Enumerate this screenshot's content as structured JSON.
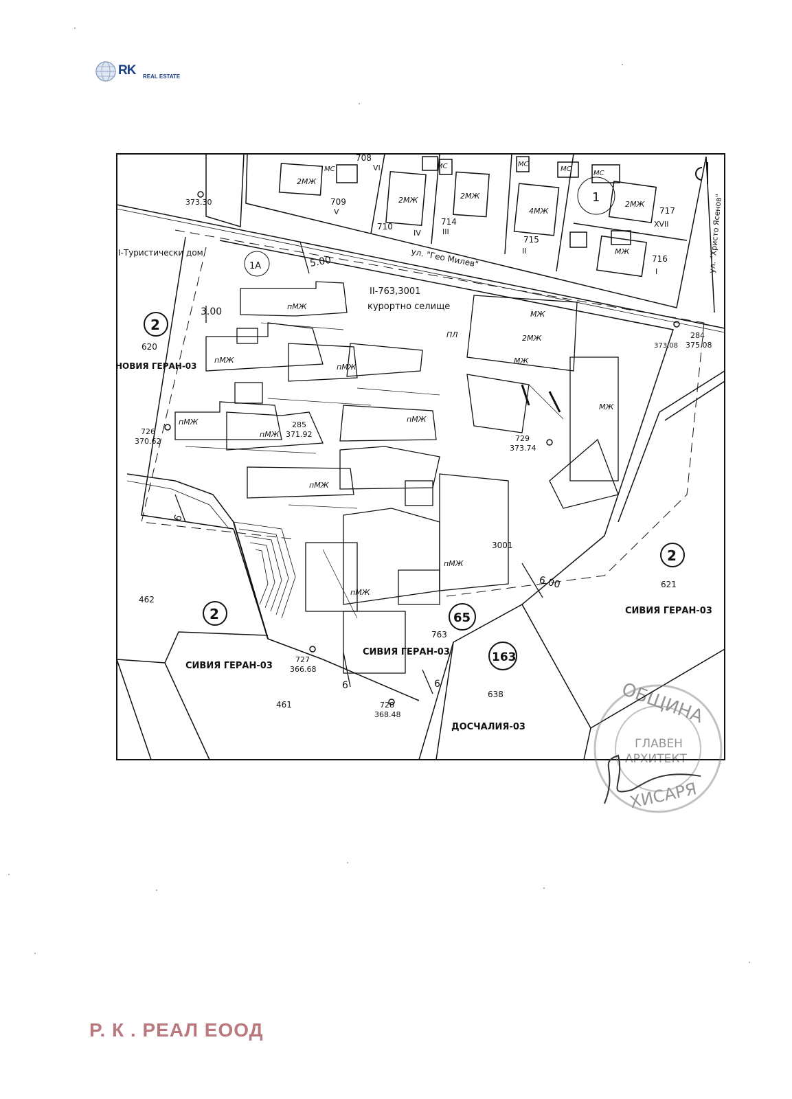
{
  "logo": {
    "brand": "RK",
    "subtitle": "REAL ESTATE"
  },
  "map": {
    "streets": {
      "geo_milev": "ул. \"Гео Милев\"",
      "hristo_yasenov": "ул. \"Христо Ясенов\""
    },
    "zones": {
      "tourist_home": "I-Туристически дом",
      "resort_id": "II-763,3001",
      "resort_name": "курортно селище"
    },
    "place_names": {
      "noviya_geran": "НОВИЯ ГЕРАН-03",
      "siviya_geran_right": "СИВИЯ ГЕРАН-03",
      "siviya_geran_left": "СИВИЯ ГЕРАН-03",
      "siviya_geran_center": "СИВИЯ ГЕРАН-03",
      "doschaliya": "ДОСЧАЛИЯ-03"
    },
    "circled_labels": {
      "c1": "1",
      "c1a": "1А",
      "c2_left": "2",
      "c2_right": "2",
      "c2_bottom": "2",
      "c65": "65",
      "c163": "163"
    },
    "plot_numbers": {
      "p620": "620",
      "p462": "462",
      "p461": "461",
      "p621": "621",
      "p638": "638",
      "p3001": "3001",
      "p763": "763",
      "p708": "708",
      "p709": "709",
      "p710": "710",
      "p714": "714",
      "p715": "715",
      "p716": "716",
      "p717": "717"
    },
    "roman": {
      "r_vi": "VI",
      "r_v": "V",
      "r_iv": "IV",
      "r_iii": "III",
      "r_ii": "II",
      "r_i": "I",
      "r_xvii": "XVII"
    },
    "elevations": {
      "e_373_30": "373.30",
      "e_726_num": "726",
      "e_726_val": "370.62",
      "e_285_num": "285",
      "e_285_val": "371.92",
      "e_729_num": "729",
      "e_729_val": "373.74",
      "e_727_num": "727",
      "e_727_val": "366.68",
      "e_728_num": "728",
      "e_728_val": "368.48",
      "e_284_num": "284",
      "e_284_val": "375.08",
      "e_373_08": "373.08"
    },
    "dimensions": {
      "d_500": "5.00",
      "d_300": "3.00",
      "d_600_right": "6.00",
      "d_600_left": "6",
      "d_600_bottom": "6",
      "d_600_mid": "6"
    },
    "building_labels": {
      "b_2mzh_a": "2МЖ",
      "b_2mzh_b": "2МЖ",
      "b_2mzh_c": "2МЖ",
      "b_2mzh_d": "2МЖ",
      "b_2mzh_e": "2МЖ",
      "b_4mzh": "4МЖ",
      "b_mzh_a": "МЖ",
      "b_mzh_b": "МЖ",
      "b_mzh_c": "МЖ",
      "b_mzh_d": "МЖ",
      "b_ms_a": "МС",
      "b_ms_b": "МС",
      "b_ms_c": "МС",
      "b_ms_d": "МС",
      "b_ms_e": "МС",
      "b_pmzh_a": "пМЖ",
      "b_pmzh_b": "пМЖ",
      "b_pmzh_c": "пМЖ",
      "b_pmzh_d": "пМЖ",
      "b_pmzh_e": "пМЖ",
      "b_pmzh_f": "пМЖ",
      "b_pmzh_g": "пМЖ",
      "b_pmzh_h": "пМЖ",
      "b_pmzh_i": "пМЖ",
      "b_pl": "ПЛ"
    },
    "stamp": {
      "top_text": "ОБЩИНА",
      "middle_1": "ГЛАВЕН",
      "middle_2": "АРХИТЕКТ",
      "bottom_text": "ХИСАРЯ"
    }
  },
  "footer": {
    "company": "Р. К . РЕАЛ ЕООД"
  }
}
